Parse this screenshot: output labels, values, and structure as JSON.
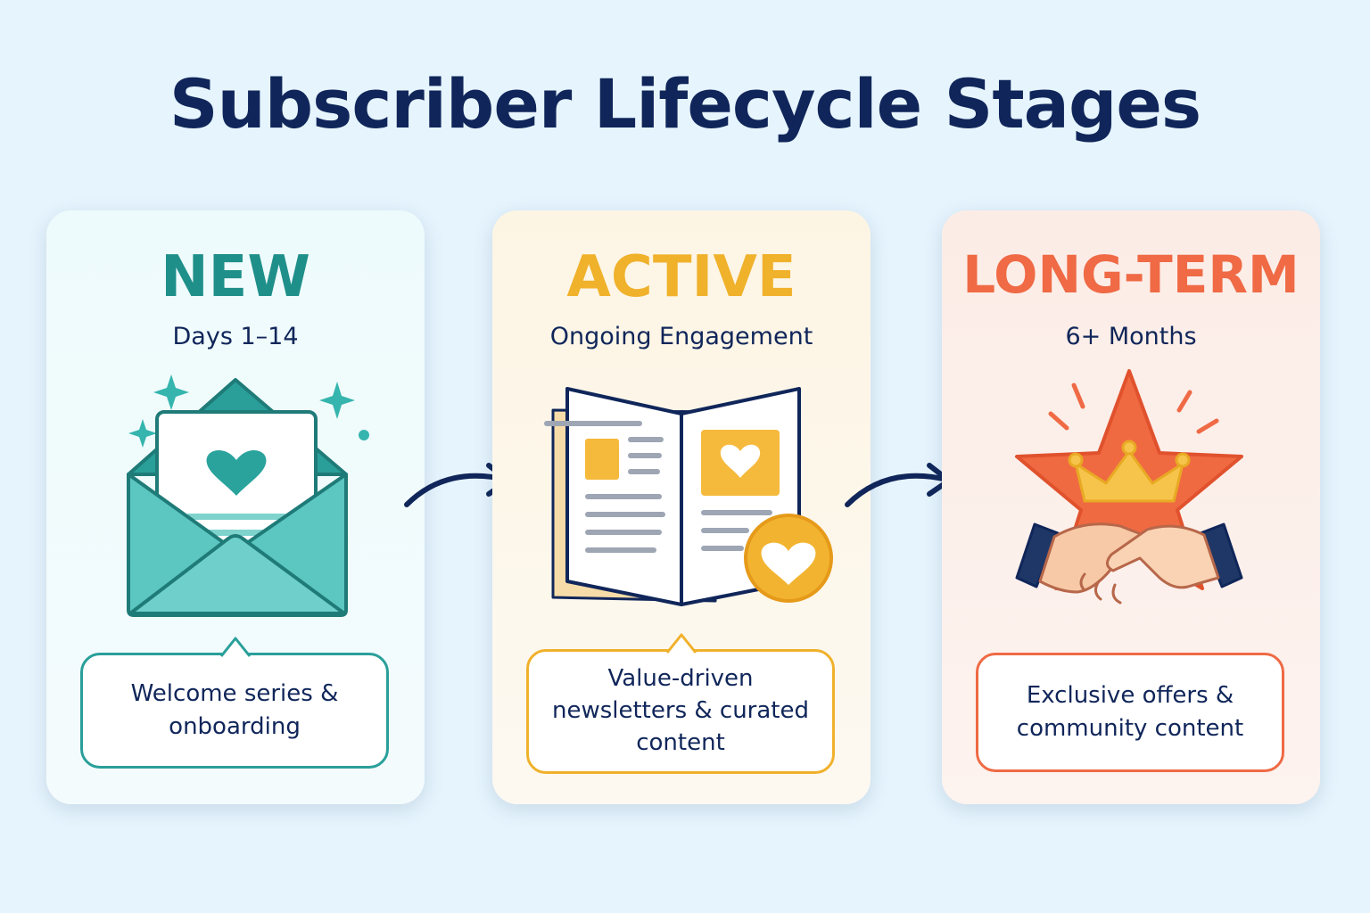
{
  "title": "Subscriber Lifecycle Stages",
  "colors": {
    "navy": "#10265a",
    "teal": "#1f8f8a",
    "gold": "#f0b12b",
    "orange": "#ef6a45"
  },
  "stages": [
    {
      "name": "NEW",
      "subtitle": "Days 1–14",
      "icon": "envelope-heart-icon",
      "description": "Welcome series & onboarding",
      "color": "#1f8f8a"
    },
    {
      "name": "ACTIVE",
      "subtitle": "Ongoing Engagement",
      "icon": "newsletter-book-icon",
      "description": "Value-driven newsletters & curated content",
      "color": "#f0b12b"
    },
    {
      "name": "LONG-TERM",
      "subtitle": "6+ Months",
      "icon": "star-crown-handshake-icon",
      "description": "Exclusive offers & community content",
      "color": "#ef6a45"
    }
  ]
}
